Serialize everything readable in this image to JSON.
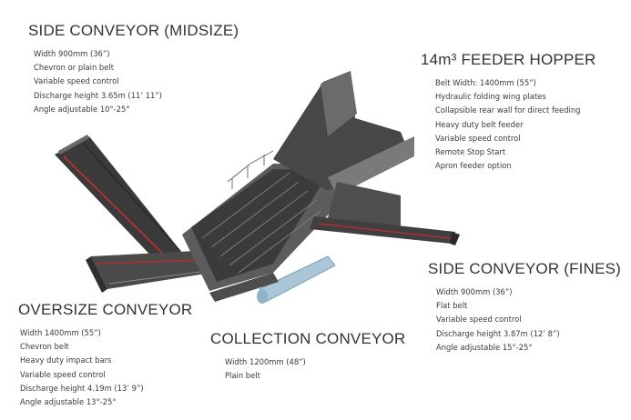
{
  "sections": [
    {
      "id": "side_conveyor_midsize",
      "title": "SIDE CONVEYOR (MIDSIZE)",
      "specs": [
        "Width 900mm (36”)",
        "Chevron or plain belt",
        "Variable speed control",
        "Discharge height 3.65m (11’ 11”)",
        "Angle adjustable 10°-25°"
      ]
    },
    {
      "id": "feeder_hopper",
      "title": "14m³ FEEDER HOPPER",
      "specs": [
        "Belt Width: 1400mm (55”)",
        "Hydraulic folding wing plates",
        "Collapsible rear wall for direct feeding",
        "Heavy duty belt feeder",
        "Variable speed control",
        "Remote Stop Start",
        "Apron feeder option"
      ]
    },
    {
      "id": "side_conveyor_fines",
      "title": "SIDE CONVEYOR (FINES)",
      "specs": [
        "Width 900mm (36”)",
        "Flat belt",
        "Variable speed control",
        "Discharge height 3.87m (12’ 8”)",
        "Angle adjustable 15°-25°"
      ]
    },
    {
      "id": "oversize_conveyor",
      "title": "OVERSIZE CONVEYOR",
      "specs": [
        "Width 1400mm (55”)",
        "Chevron belt",
        "Heavy duty impact bars",
        "Variable speed control",
        "Discharge height 4.19m (13’ 9”)",
        "Angle adjustable 13°-25°"
      ]
    },
    {
      "id": "collection_conveyor",
      "title": "COLLECTION CONVEYOR",
      "specs": [
        "Width 1200mm (48”)",
        "Plain belt"
      ]
    }
  ],
  "colors": {
    "background": "#ffffff",
    "text": "#333333",
    "machine_dark": "#3d3d3d",
    "machine_mid": "#5a5a5a",
    "machine_light": "#8a8a8a",
    "track_blue": "#a9c7d8",
    "accent_red": "#b03030"
  }
}
